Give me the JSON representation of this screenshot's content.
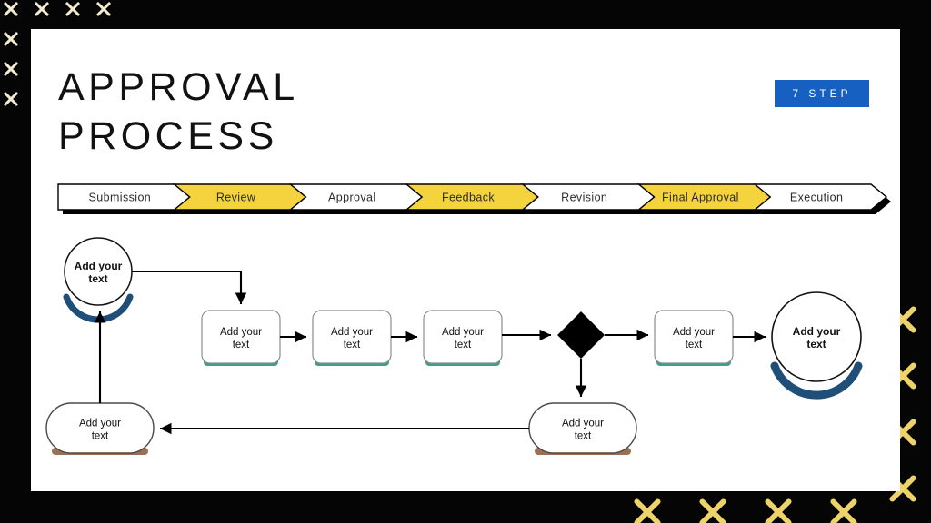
{
  "slide": {
    "background_color": "#050505",
    "card_color": "#FFFFFF",
    "accent_yellow": "#F5D33F",
    "accent_blue": "#1560C0",
    "decor_x_cream": "#F2EBD0",
    "decor_x_gold": "#EDD36A"
  },
  "header": {
    "title": "APPROVAL\nPROCESS",
    "badge_label": "7 STEP"
  },
  "ribbon": {
    "steps": [
      {
        "label": "Submission",
        "highlight": false
      },
      {
        "label": "Review",
        "highlight": true
      },
      {
        "label": "Approval",
        "highlight": false
      },
      {
        "label": "Feedback",
        "highlight": true
      },
      {
        "label": "Revision",
        "highlight": false
      },
      {
        "label": "Final Approval",
        "highlight": true
      },
      {
        "label": "Execution",
        "highlight": false
      }
    ]
  },
  "flow": {
    "nodes": [
      {
        "id": "start",
        "shape": "circle",
        "label": "Add your text",
        "bold": true,
        "shadow_color": "#1F4E79"
      },
      {
        "id": "step1",
        "shape": "rect",
        "label": "Add your text",
        "bold": false,
        "shadow_color": "#3E9E8C"
      },
      {
        "id": "step2",
        "shape": "rect",
        "label": "Add your text",
        "bold": false,
        "shadow_color": "#3E9E8C"
      },
      {
        "id": "step3",
        "shape": "rect",
        "label": "Add your text",
        "bold": false,
        "shadow_color": "#3E9E8C"
      },
      {
        "id": "decision",
        "shape": "diamond",
        "label": "",
        "bold": false,
        "shadow_color": "#000000"
      },
      {
        "id": "step4",
        "shape": "rect",
        "label": "Add your text",
        "bold": false,
        "shadow_color": "#3E9E8C"
      },
      {
        "id": "end",
        "shape": "circle",
        "label": "Add your text",
        "bold": true,
        "shadow_color": "#1F4E79"
      },
      {
        "id": "loop1",
        "shape": "pill",
        "label": "Add your text",
        "bold": false,
        "shadow_color": "#9A7055"
      },
      {
        "id": "loop2",
        "shape": "pill",
        "label": "Add your text",
        "bold": false,
        "shadow_color": "#9A7055"
      }
    ],
    "node_text_line1": "Add your",
    "node_text_line2": "text"
  }
}
